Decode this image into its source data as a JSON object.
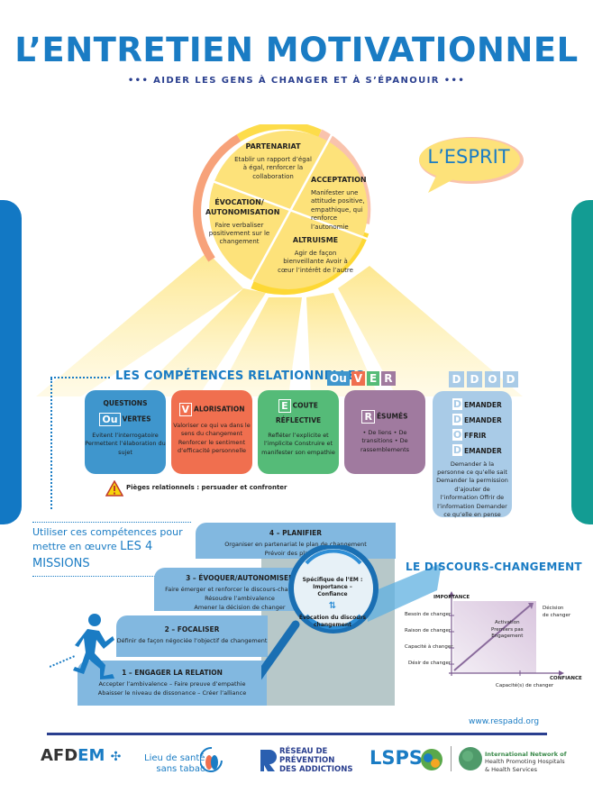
{
  "header": {
    "title": "L’ENTRETIEN MOTIVATIONNEL",
    "subtitle": "••• AIDER LES GENS À CHANGER ET À S’ÉPANOUIR •••"
  },
  "esprit": {
    "bubble_label": "L’ESPRIT",
    "quadrants": [
      {
        "title": "PARTENARIAT",
        "text": "Etablir un rapport d’égal à égal, renforcer la collaboration"
      },
      {
        "title": "ACCEPTATION",
        "text": "Manifester une attitude positive, empathique, qui renforce l’autonomie"
      },
      {
        "title": "ÉVOCATION/ AUTONOMISATION",
        "text": "Faire verbaliser positivement sur le changement"
      },
      {
        "title": "ALTRUISME",
        "text": "Agir de façon bienveillante Avoir à cœur l’intérêt de l’autre"
      }
    ]
  },
  "competences": {
    "title": "LES COMPÉTENCES RELATIONNELLES :",
    "tags": [
      "Ou",
      "V",
      "E",
      "R"
    ],
    "tag_colors": [
      "#3f96cd",
      "#f06f4f",
      "#55bb78",
      "#a07a9f"
    ],
    "cards": [
      {
        "pre": "QUESTIONS",
        "letter": "Ou",
        "rest": "VERTES",
        "desc": "Evitent l’interrogatoire Permettent l’élaboration du sujet"
      },
      {
        "pre": "",
        "letter": "V",
        "rest": "ALORISATION",
        "desc": "Valoriser ce qui va dans le sens du changement Renforcer le sentiment d’efficacité personnelle"
      },
      {
        "pre": "",
        "letter": "E",
        "rest": "COUTE",
        "sub": "RÉFLECTIVE",
        "desc": "Refléter l’explicite et l’implicite Construire et manifester son empathie"
      },
      {
        "pre": "",
        "letter": "R",
        "rest": "ÉSUMÉS",
        "desc": "• De liens • De transitions • De rassemblements"
      }
    ],
    "warning": "Pièges relationnels : persuader et confronter"
  },
  "ddod": {
    "tags": [
      "D",
      "D",
      "O",
      "D"
    ],
    "lines": [
      {
        "letter": "D",
        "rest": "EMANDER"
      },
      {
        "letter": "D",
        "rest": "EMANDER"
      },
      {
        "letter": "O",
        "rest": "FFRIR"
      },
      {
        "letter": "D",
        "rest": "EMANDER"
      }
    ],
    "desc": "Demander à la personne ce qu’elle sait Demander la permission d’ajouter de l’information Offrir de l’information Demander ce qu’elle en pense"
  },
  "missions": {
    "intro": "Utiliser ces compétences pour mettre en œuvre",
    "highlight": "LES 4 MISSIONS",
    "steps": [
      {
        "title": "4 – PLANIFIER",
        "lines": [
          "Organiser en partenariat le plan de changement",
          "Prévoir des plans “B”"
        ]
      },
      {
        "title": "3 – ÉVOQUER/AUTONOMISER",
        "lines": [
          "Faire émerger et renforcer le discours-changement",
          "Résoudre l’ambivalence",
          "Amener la décision de changer"
        ]
      },
      {
        "title": "2 – FOCALISER",
        "lines": [
          "Définir de façon négociée l’objectif de changement"
        ]
      },
      {
        "title": "1 – ENGAGER LA RELATION",
        "lines": [
          "Accepter l’ambivalence – Faire preuve d’empathie",
          "Abaisser le niveau de dissonance – Créer l’alliance"
        ]
      }
    ],
    "magnifier": {
      "line1": "Spécifique de l’EM : Importance – Confiance",
      "arrow": "⇅",
      "line2": "Évocation du discours changement"
    }
  },
  "discours": {
    "title": "LE DISCOURS-CHANGEMENT",
    "y_axis": "IMPORTANCE",
    "x_axis": "CONFIANCE",
    "y_levels": [
      "Désir de changer",
      "Capacité à changer",
      "Raison de changer",
      "Besoin de changer"
    ],
    "x_level": "Capacité(s) de changer",
    "center_text": [
      "Activation",
      "Premiers pas",
      "Engagement"
    ],
    "end_label": [
      "Décision",
      "de changer"
    ]
  },
  "footer": {
    "url": "www.respadd.org",
    "logos": {
      "afdem_a": "AFD",
      "afdem_b": "EM",
      "lieu": [
        "Lieu de santé",
        "sans tabac"
      ],
      "respadd": [
        "RÉSEAU DE",
        "PRÉVENTION",
        "DES ADDICTIONS"
      ],
      "lsps": "LSPS",
      "hph_a": "International Network of",
      "hph_b": "Health Promoting Hospitals",
      "hph_c": "& Health Services"
    }
  }
}
